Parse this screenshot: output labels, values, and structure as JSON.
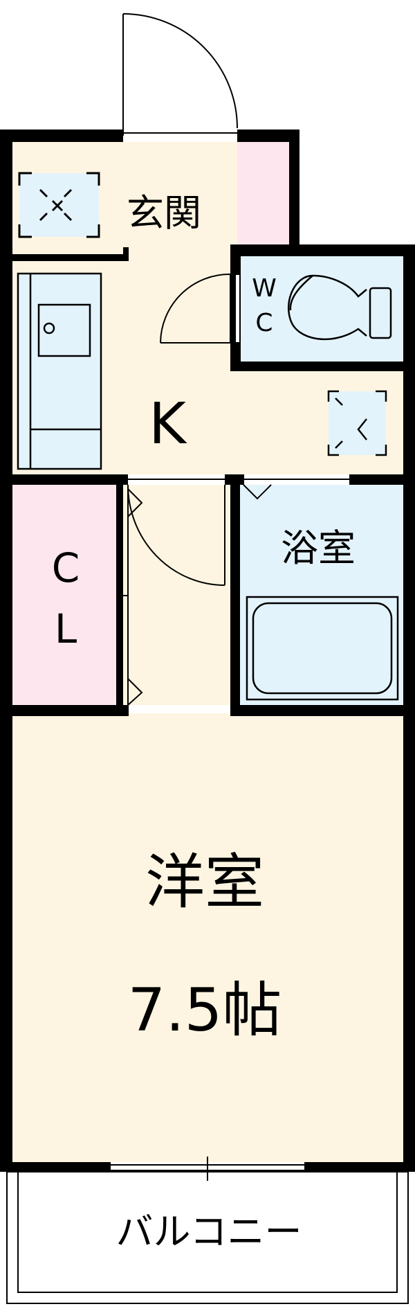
{
  "rooms": {
    "entrance": "玄関",
    "kitchen": "K",
    "wc_line1": "W",
    "wc_line2": "C",
    "bath": "浴室",
    "closet_line1": "C",
    "closet_line2": "L",
    "western_room": "洋室",
    "western_room_size": "7.5帖",
    "balcony": "バルコニー"
  },
  "colors": {
    "floor": "#fdf5e1",
    "closet": "#fde6ee",
    "wet_area": "#e3f3fc",
    "wall": "#000000"
  }
}
